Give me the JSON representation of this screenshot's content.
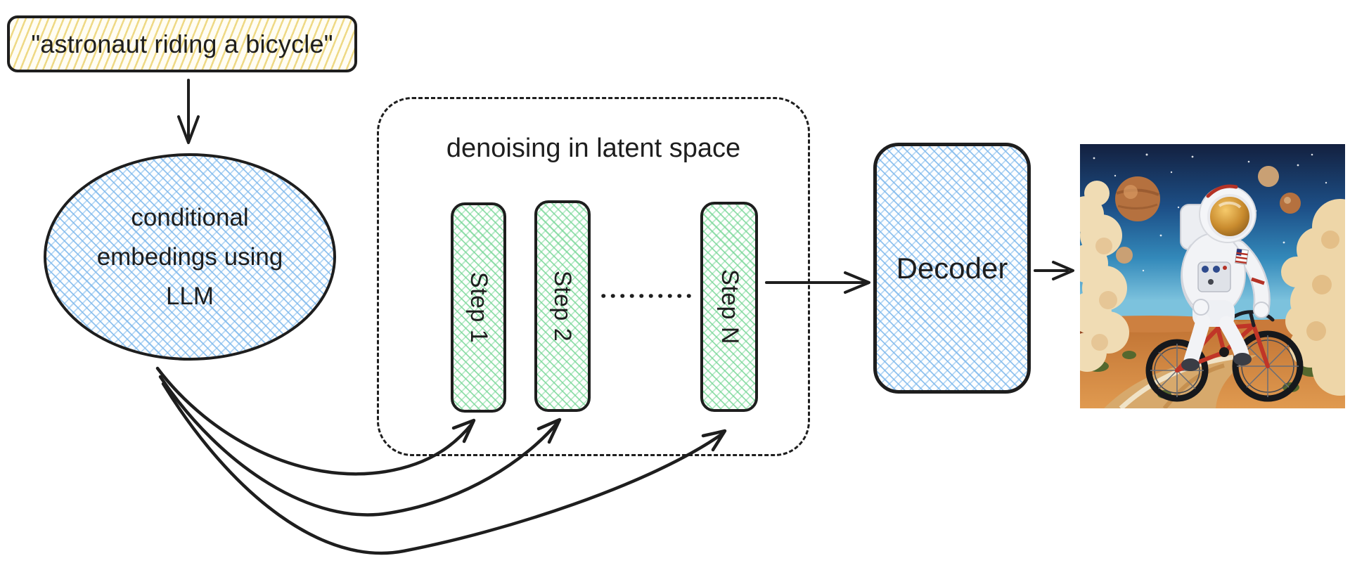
{
  "diagram": {
    "prompt": {
      "text": "\"astronaut riding a bicycle\""
    },
    "embedding_node": {
      "lines": [
        "conditional",
        "embedings using",
        "LLM"
      ]
    },
    "latent_container": {
      "label": "denoising in latent space"
    },
    "steps": [
      {
        "label": "Step 1"
      },
      {
        "label": "Step 2"
      },
      {
        "label": "Step N"
      }
    ],
    "decoder": {
      "label": "Decoder"
    },
    "output_image": {
      "description": "astronaut in a white spacesuit riding a red bicycle on a desert road, blue starry sky with planets and tall cream clouds"
    },
    "colors": {
      "stroke": "#1e1e1e",
      "prompt_hatch": "#e9cd60",
      "embedding_hatch": "#7db8ec",
      "step_hatch": "#76d696"
    }
  }
}
